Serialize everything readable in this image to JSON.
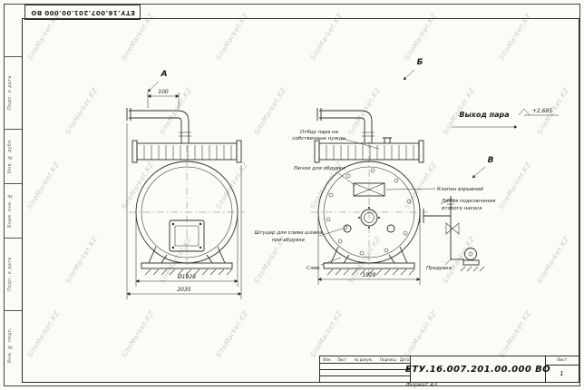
{
  "sheet": {
    "stamp_top": "ЕТУ.16.007.201.00.000 ВО",
    "format_label": "Формат А3",
    "watermark": "SiteMarket.KZ"
  },
  "title_block": {
    "doc_number": "ЕТУ.16.007.201.00.000  ВО",
    "sheet_label": "Лист",
    "sheet_number": "1",
    "cols": [
      "Изм.",
      "Лист",
      "№ докум.",
      "Подпись",
      "Дата"
    ]
  },
  "margin_labels": [
    "Подп. и дата",
    "Инв. № дубл.",
    "Взам. инв. №",
    "Подп. и дата",
    "Инв. № подл."
  ],
  "view_a": {
    "label": "А",
    "dim_top": "100",
    "dim_diameter": "Ø1928",
    "dim_width": "2035"
  },
  "view_b": {
    "label": "Б",
    "dim_width": "1828",
    "ann_otbor_1": "Отбор пара на",
    "ann_otbor_2": "собственные нужды",
    "ann_lyuchki": "Лючки для обдувки",
    "ann_klapan": "Клапан взрывной",
    "ann_liniya_1": "Линия подключения",
    "ann_liniya_2": "второго насоса",
    "ann_shtutser_1": "Штуцер для слива шлама",
    "ann_shtutser_2": "при обдувке",
    "ann_sliv": "Слив.",
    "ann_produvka": "Продувка"
  },
  "right_annotations": {
    "steam_out": "Выход пара",
    "elevation": "+2,685",
    "view_v": "В"
  }
}
